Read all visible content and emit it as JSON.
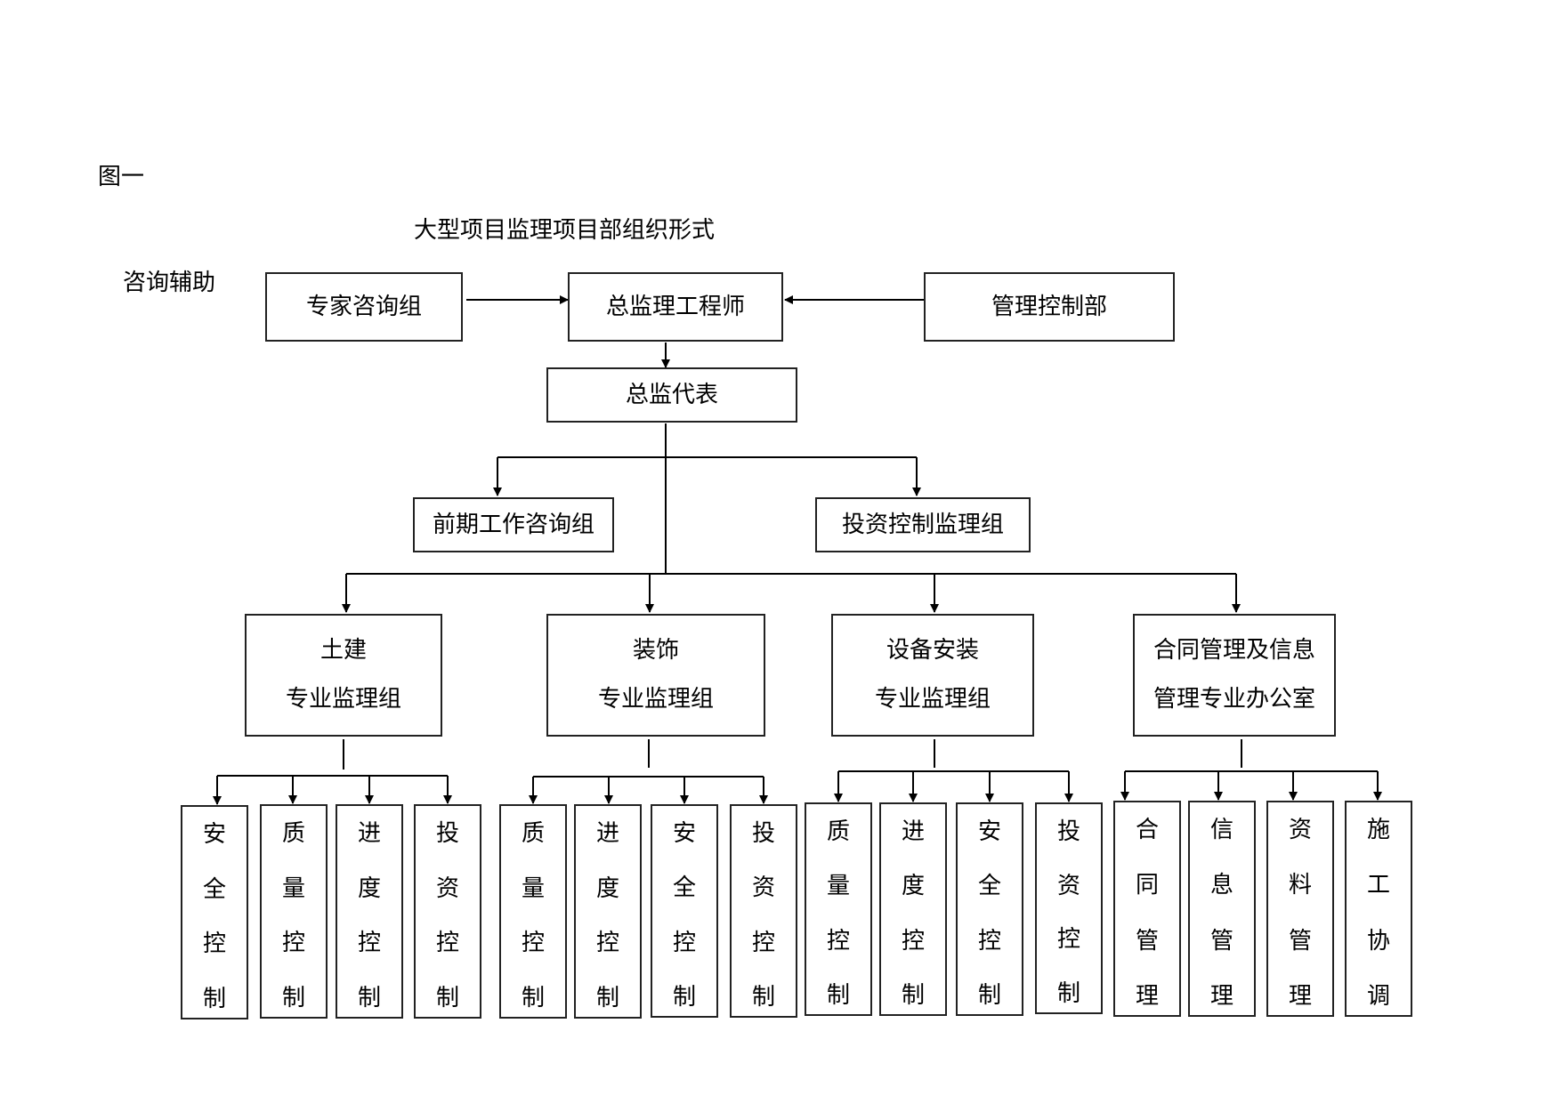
{
  "figure_label": "图一",
  "title": "大型项目监理项目部组织形式",
  "side_label": "咨询辅助",
  "top_row": {
    "expert": "专家咨询组",
    "chief": "总监理工程师",
    "mgmt": "管理控制部"
  },
  "deputy": "总监代表",
  "mid_row": {
    "early": "前期工作咨询组",
    "invest": "投资控制监理组"
  },
  "groups": [
    {
      "line1": "土建",
      "line2": "专业监理组",
      "leaves": [
        [
          "安",
          "全",
          "控",
          "制"
        ],
        [
          "质",
          "量",
          "控",
          "制"
        ],
        [
          "进",
          "度",
          "控",
          "制"
        ],
        [
          "投",
          "资",
          "控",
          "制"
        ]
      ]
    },
    {
      "line1": "装饰",
      "line2": "专业监理组",
      "leaves": [
        [
          "质",
          "量",
          "控",
          "制"
        ],
        [
          "进",
          "度",
          "控",
          "制"
        ],
        [
          "安",
          "全",
          "控",
          "制"
        ],
        [
          "投",
          "资",
          "控",
          "制"
        ]
      ]
    },
    {
      "line1": "设备安装",
      "line2": "专业监理组",
      "leaves": [
        [
          "质",
          "量",
          "控",
          "制"
        ],
        [
          "进",
          "度",
          "控",
          "制"
        ],
        [
          "安",
          "全",
          "控",
          "制"
        ],
        [
          "投",
          "资",
          "控",
          "制"
        ]
      ]
    },
    {
      "line1": "合同管理及信息",
      "line2": "管理专业办公室",
      "leaves": [
        [
          "合",
          "同",
          "管",
          "理"
        ],
        [
          "信",
          "息",
          "管",
          "理"
        ],
        [
          "资",
          "料",
          "管",
          "理"
        ],
        [
          "施",
          "工",
          "协",
          "调"
        ]
      ]
    }
  ]
}
